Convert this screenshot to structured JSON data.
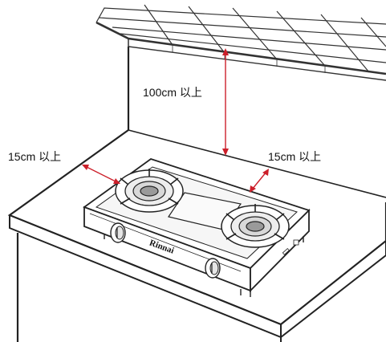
{
  "labels": {
    "top_clearance": "100cm 以上",
    "left_clearance": "15cm 以上",
    "right_clearance": "15cm 以上"
  },
  "stove": {
    "brand": "Rinnai"
  },
  "colors": {
    "line": "#222222",
    "dimension": "#cc1f2a",
    "tile_line": "#333333"
  }
}
